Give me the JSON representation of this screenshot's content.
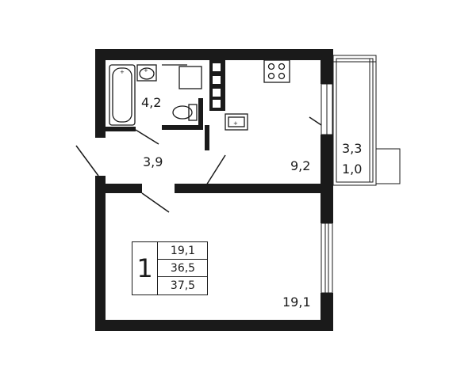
{
  "rooms": {
    "bathroom": "4,2",
    "hallway": "3,9",
    "kitchen": "9,2",
    "loggia": "3,3",
    "loggia_reduced": "1,0",
    "living_room": "19,1"
  },
  "legend": {
    "room_count": "1",
    "living_area": "19,1",
    "total_area": "36,5",
    "total_with_loggia": "37,5"
  },
  "colors": {
    "wall": "#1a1a1a",
    "background": "#ffffff"
  }
}
